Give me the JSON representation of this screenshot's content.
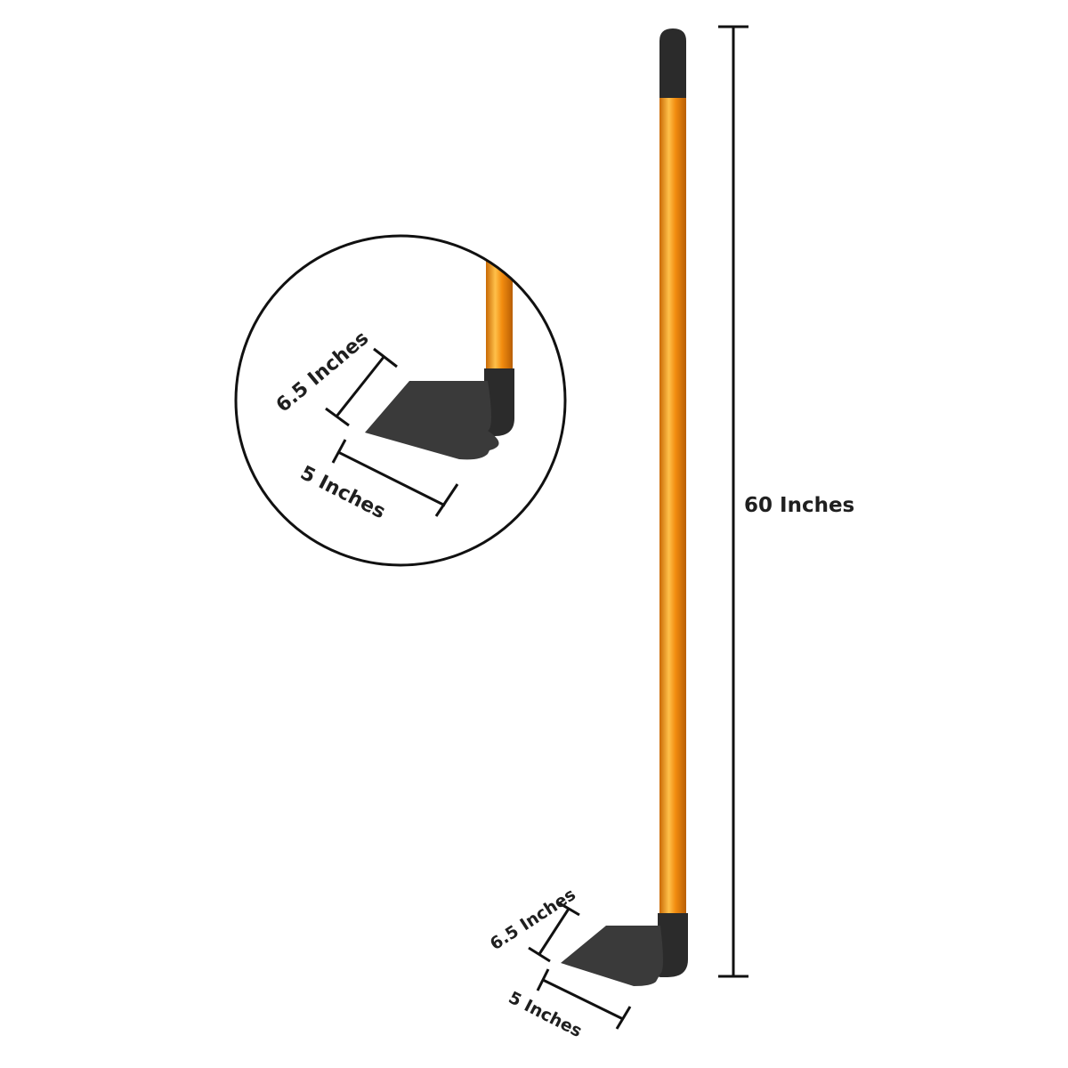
{
  "colors": {
    "handle": "#F28C0F",
    "handle_highlight": "#FFC04A",
    "handle_shadow": "#C96A05",
    "grip": "#2B2B2B",
    "blade": "#3A3A3A",
    "dimension_line": "#111111",
    "background": "#FFFFFF"
  },
  "dimensions": {
    "total_length": "60 Inches",
    "blade_height": "6.5 Inches",
    "blade_width": "5 Inches",
    "inset_blade_height": "6.5 Inches",
    "inset_blade_width": "5 Inches"
  }
}
